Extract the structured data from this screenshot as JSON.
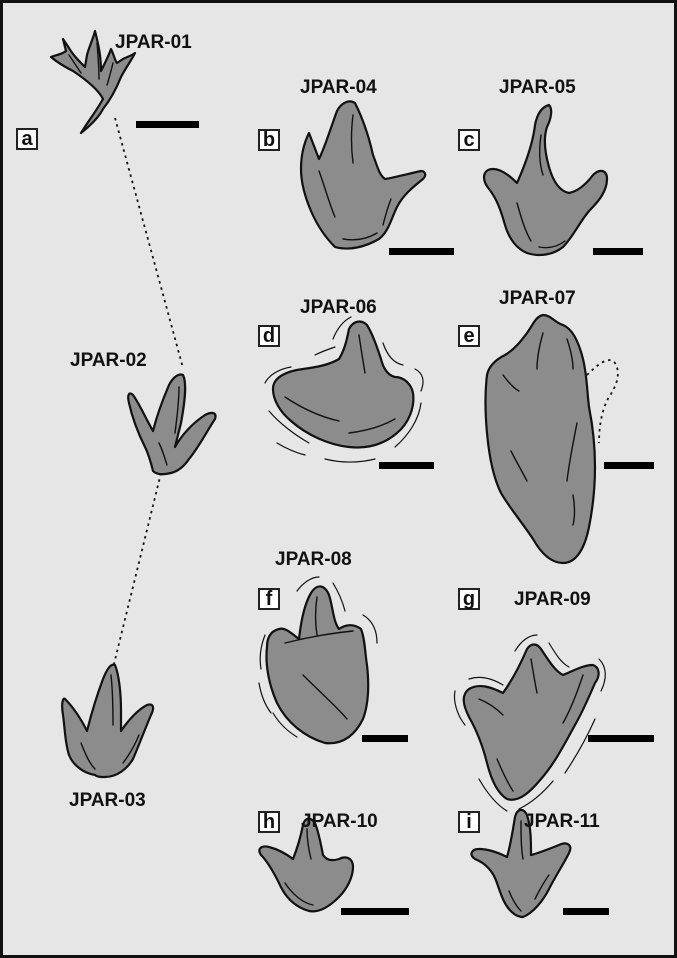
{
  "panels": {
    "a": "a",
    "b": "b",
    "c": "c",
    "d": "d",
    "e": "e",
    "f": "f",
    "g": "g",
    "h": "h",
    "i": "i"
  },
  "tracks": {
    "jpar01": "JPAR-01",
    "jpar02": "JPAR-02",
    "jpar03": "JPAR-03",
    "jpar04": "JPAR-04",
    "jpar05": "JPAR-05",
    "jpar06": "JPAR-06",
    "jpar07": "JPAR-07",
    "jpar08": "JPAR-08",
    "jpar09": "JPAR-09",
    "jpar10": "JPAR-10",
    "jpar11": "JPAR-11"
  },
  "colors": {
    "background": "#e6e6e6",
    "footprint_fill": "#8c8c8c",
    "outline": "#111111",
    "scale_bar": "#000000"
  }
}
